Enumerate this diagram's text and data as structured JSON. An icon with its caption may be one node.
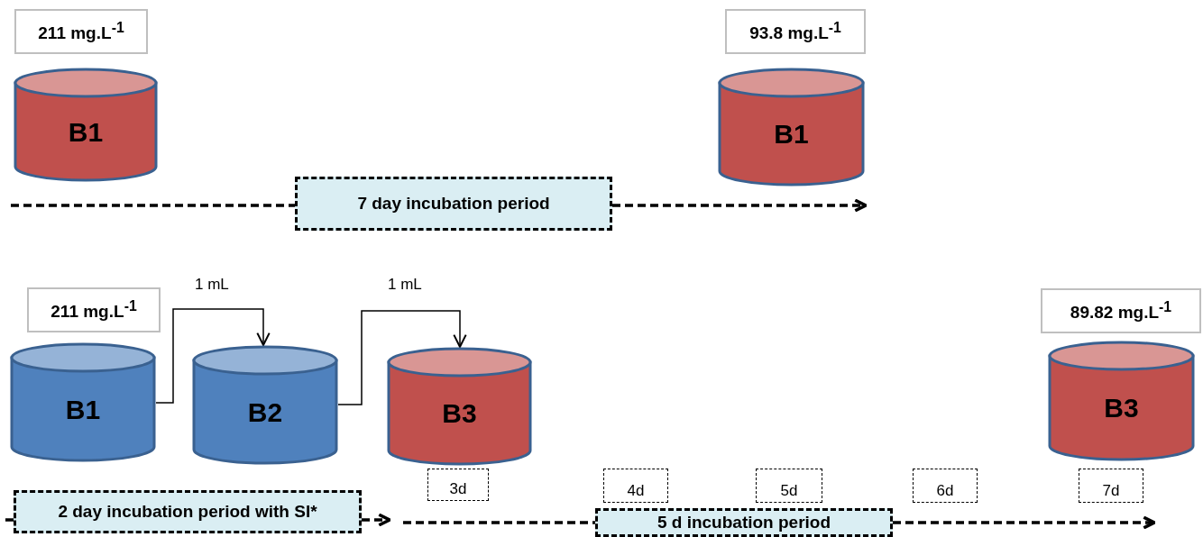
{
  "diagram": {
    "nodes": [
      {
        "text": [
          "211 mg.L$^{-1}$"
        ]
      },
      {
        "text": [
          "B1"
        ]
      },
      {
        "text": [
          "93.8 mg.L$^{-1}$"
        ]
      },
      {
        "text": [
          "B1"
        ]
      },
      {
        "text": [
          "7 day incubation period"
        ]
      },
      {
        "text": [
          "211 mg.L$^{-1}$"
        ]
      },
      {
        "text": [
          "B1"
        ]
      },
      {
        "text": [
          "B2"
        ]
      },
      {
        "text": [
          "B3"
        ]
      },
      {
        "text": [
          "3d"
        ]
      },
      {
        "text": [
          "2 day incubation period with SI*"
        ]
      },
      {
        "text": [
          "4d"
        ]
      },
      {
        "text": [
          "5d"
        ]
      },
      {
        "text": [
          "6d"
        ]
      },
      {
        "text": [
          "89.82 mg.L$^{-1}$"
        ]
      },
      {
        "text": [
          "B3"
        ]
      },
      {
        "text": [
          "7d"
        ]
      },
      {
        "text": [
          "5 d incubation period"
        ]
      }
    ],
    "edges": [
      {
        "from": null,
        "to": 4,
        "arrow": "none",
        "style": "dashed"
      },
      {
        "from": 4,
        "to": 3,
        "arrow": "to",
        "style": "dashed"
      },
      {
        "from": 6,
        "to": 7,
        "arrow": "to",
        "label": "1 mL"
      },
      {
        "from": 7,
        "to": 8,
        "arrow": "to",
        "label": "1 mL"
      },
      {
        "from": null,
        "to": 10,
        "arrow": "none",
        "style": "dashed"
      },
      {
        "from": 10,
        "to": null,
        "arrow": "to",
        "style": "dashed"
      },
      {
        "from": null,
        "to": 17,
        "arrow": "none",
        "style": "dashed"
      },
      {
        "from": 17,
        "to": 16,
        "arrow": "to",
        "style": "dashed"
      }
    ]
  }
}
